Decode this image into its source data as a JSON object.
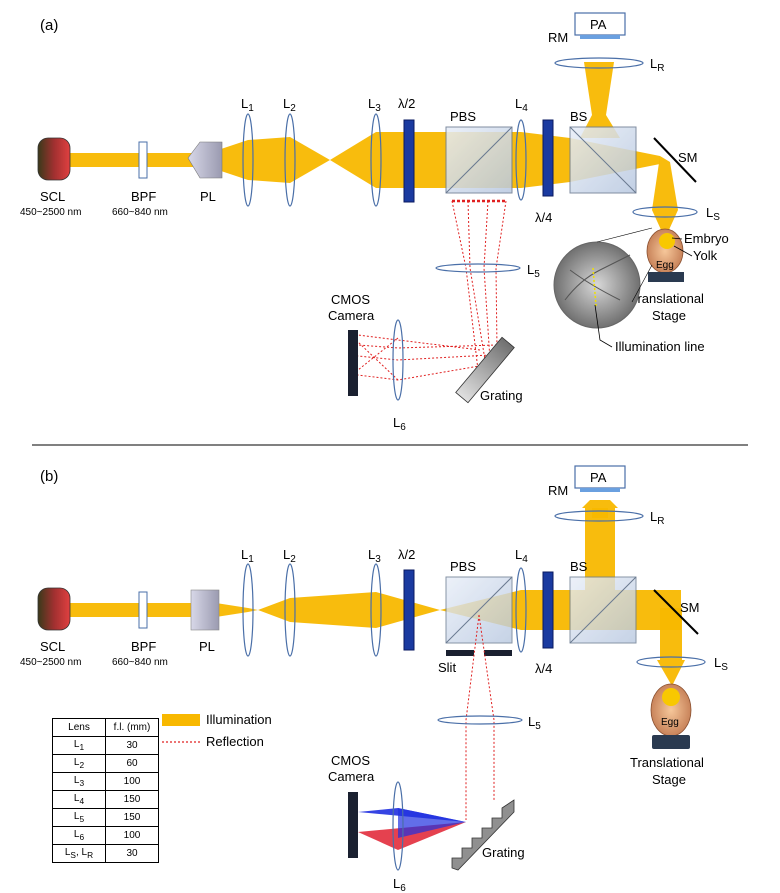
{
  "panel_a": {
    "tag": "(a)",
    "labels": {
      "scl": "SCL",
      "scl_range": "450~2500 nm",
      "bpf": "BPF",
      "bpf_range": "660~840 nm",
      "pl": "PL",
      "l1": "L",
      "l1_sub": "1",
      "l2": "L",
      "l2_sub": "2",
      "l3": "L",
      "l3_sub": "3",
      "half_wave": "λ/2",
      "pbs": "PBS",
      "l4": "L",
      "l4_sub": "4",
      "quarter_wave": "λ/4",
      "bs": "BS",
      "pa": "PA",
      "rm": "RM",
      "lr": "L",
      "lr_sub": "R",
      "sm": "SM",
      "ls": "L",
      "ls_sub": "S",
      "embryo": "Embryo",
      "yolk": "Yolk",
      "egg": "Egg",
      "stage_1": "Translational",
      "stage_2": "Stage",
      "illum_line": "Illumination line",
      "l5": "L",
      "l5_sub": "5",
      "cmos_1": "CMOS",
      "cmos_2": "Camera",
      "l6": "L",
      "l6_sub": "6",
      "grating": "Grating"
    }
  },
  "panel_b": {
    "tag": "(b)",
    "labels": {
      "scl": "SCL",
      "scl_range": "450~2500 nm",
      "bpf": "BPF",
      "bpf_range": "660~840 nm",
      "pl": "PL",
      "l1": "L",
      "l1_sub": "1",
      "l2": "L",
      "l2_sub": "2",
      "l3": "L",
      "l3_sub": "3",
      "half_wave": "λ/2",
      "pbs": "PBS",
      "l4": "L",
      "l4_sub": "4",
      "quarter_wave": "λ/4",
      "bs": "BS",
      "pa": "PA",
      "rm": "RM",
      "lr": "L",
      "lr_sub": "R",
      "sm": "SM",
      "ls": "L",
      "ls_sub": "S",
      "slit": "Slit",
      "egg": "Egg",
      "stage_1": "Translational",
      "stage_2": "Stage",
      "l5": "L",
      "l5_sub": "5",
      "cmos_1": "CMOS",
      "cmos_2": "Camera",
      "l6": "L",
      "l6_sub": "6",
      "grating": "Grating"
    },
    "legend": {
      "illumination": "Illumination",
      "reflection": "Reflection"
    },
    "lens_table": {
      "headers": [
        "Lens",
        "f.l. (mm)"
      ],
      "rows": [
        {
          "lens": "L",
          "sub": "1",
          "fl": "30"
        },
        {
          "lens": "L",
          "sub": "2",
          "fl": "60"
        },
        {
          "lens": "L",
          "sub": "3",
          "fl": "100"
        },
        {
          "lens": "L",
          "sub": "4",
          "fl": "150"
        },
        {
          "lens": "L",
          "sub": "5",
          "fl": "150"
        },
        {
          "lens": "L",
          "sub": "6",
          "fl": "100"
        },
        {
          "lens": "L",
          "sub": "S",
          "lens2": ", L",
          "sub2": "R",
          "fl": "30"
        }
      ]
    }
  },
  "colors": {
    "illumination": "#f8b800",
    "reflection": "#e02020",
    "lens": "#4a6fa8",
    "waveplate": "#1a3aa0"
  }
}
